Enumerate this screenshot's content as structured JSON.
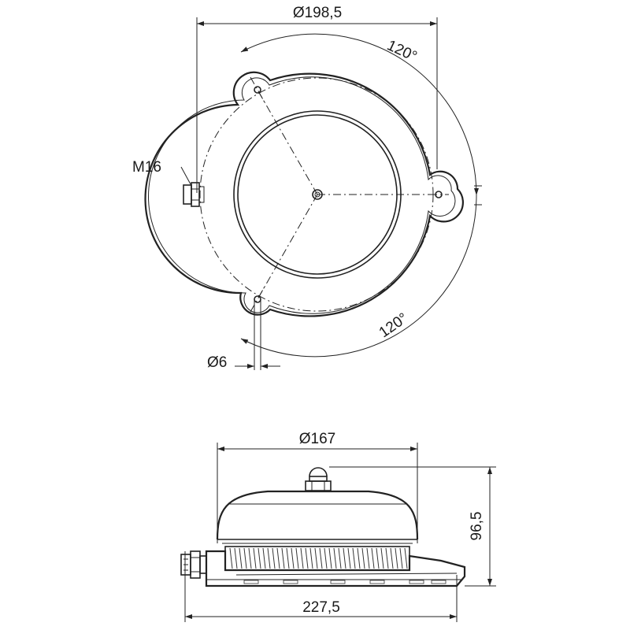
{
  "drawing": {
    "top_view": {
      "diameter_label": "Ø198,5",
      "angle_upper_label": "120°",
      "angle_lower_label": "120°",
      "thread_label": "M16",
      "hole_label": "Ø6"
    },
    "side_view": {
      "dome_diameter_label": "Ø167",
      "height_label": "96,5",
      "base_width_label": "227,5"
    }
  }
}
